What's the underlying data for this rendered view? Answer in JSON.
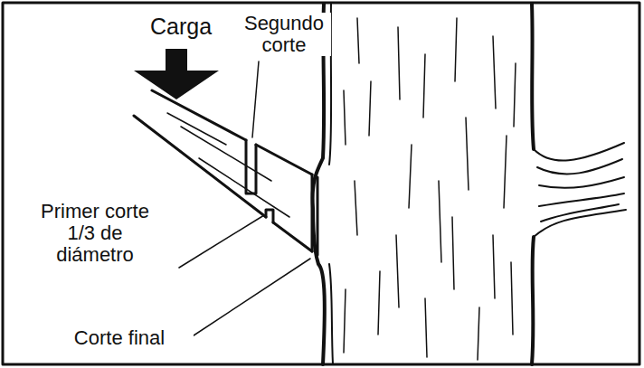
{
  "diagram": {
    "labels": [
      "Carga",
      "Segundo corte",
      "Primer corte 1/3 de diámetro",
      "Corte final"
    ]
  }
}
